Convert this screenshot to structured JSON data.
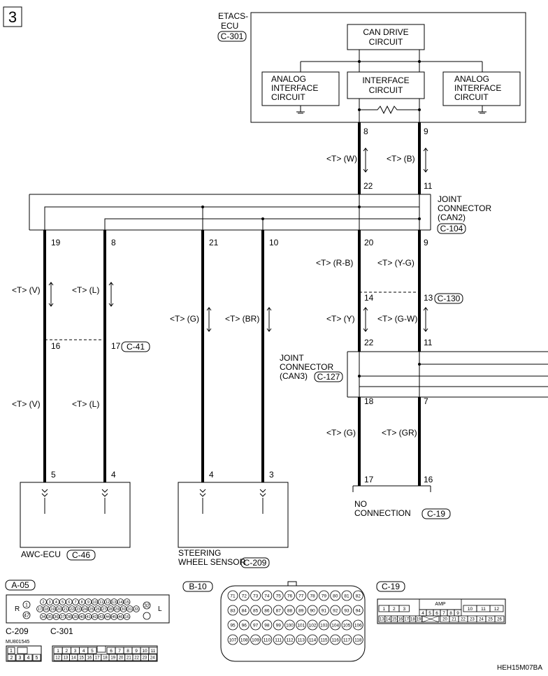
{
  "page_number": "3",
  "etacs": {
    "label1": "ETACS-",
    "label2": "ECU",
    "ref": "C-301"
  },
  "can_drive": {
    "line1": "CAN DRIVE",
    "line2": "CIRCUIT"
  },
  "analog_left": {
    "line1": "ANALOG",
    "line2": "INTERFACE",
    "line3": "CIRCUIT"
  },
  "interface": {
    "line1": "INTERFACE",
    "line2": "CIRCUIT"
  },
  "analog_right": {
    "line1": "ANALOG",
    "line2": "INTERFACE",
    "line3": "CIRCUIT"
  },
  "pins_etacs": {
    "left": "8",
    "right": "9"
  },
  "wires_top": {
    "left": "<T> (W)",
    "right": "<T> (B)"
  },
  "pins_can2_in": {
    "left": "22",
    "right": "11"
  },
  "can2": {
    "line1": "JOINT",
    "line2": "CONNECTOR",
    "line3": "(CAN2)",
    "ref": "C-104"
  },
  "pins_can2_out": [
    "19",
    "8",
    "21",
    "10",
    "20",
    "9"
  ],
  "wires_mid": {
    "w19": "<T> (V)",
    "w8": "<T> (L)",
    "w21": "<T> (G)",
    "w10": "<T> (BR)",
    "w20": "<T> (R-B)",
    "w9": "<T> (Y-G)"
  },
  "c130": {
    "pin_left": "14",
    "pin_right": "13",
    "ref": "C-130"
  },
  "wires_c130": {
    "left": "<T> (Y)",
    "right": "<T> (G-W)"
  },
  "pins_can3_in": {
    "left": "22",
    "right": "11"
  },
  "c41": {
    "pin_left": "16",
    "pin_right": "17",
    "ref": "C-41"
  },
  "wires_c41": {
    "left": "<T> (V)",
    "right": "<T> (L)"
  },
  "can3": {
    "line1": "JOINT",
    "line2": "CONNECTOR",
    "line3": "(CAN3)",
    "ref": "C-127"
  },
  "pins_can3_out": {
    "left": "18",
    "right": "7"
  },
  "wires_can3": {
    "left": "<T> (G)",
    "right": "<T> (GR)"
  },
  "awc": {
    "pin_left": "5",
    "pin_right": "4",
    "label": "AWC-ECU",
    "ref": "C-46"
  },
  "steering": {
    "pin_left": "4",
    "pin_right": "3",
    "line1": "STEERING",
    "line2": "WHEEL SENSOR",
    "ref": "C-209"
  },
  "noconn": {
    "pin_left": "17",
    "pin_right": "16",
    "line1": "NO",
    "line2": "CONNECTION",
    "ref": "C-19"
  },
  "conn_a05": {
    "ref": "A-05",
    "pins": [
      "2",
      "3",
      "4",
      "5",
      "6",
      "7",
      "8",
      "9",
      "10",
      "11",
      "12",
      "13",
      "14",
      "15",
      "1",
      "17",
      "18",
      "19",
      "20",
      "21",
      "22",
      "23",
      "24",
      "25",
      "26",
      "27",
      "28",
      "29",
      "30",
      "31",
      "33",
      "34",
      "35",
      "36",
      "37",
      "38",
      "39",
      "40",
      "41",
      "42",
      "43",
      "44",
      "45",
      "46",
      "16",
      "32",
      "47"
    ],
    "left_mark": "R",
    "right_mark": "L"
  },
  "conn_c209": {
    "ref": "C-209",
    "part_no": "MU801545",
    "pins": [
      "1",
      "2",
      "3",
      "4",
      "5"
    ]
  },
  "conn_c301": {
    "ref": "C-301",
    "pins": [
      "1",
      "2",
      "3",
      "4",
      "5",
      "6",
      "7",
      "8",
      "9",
      "10",
      "11",
      "12",
      "13",
      "14",
      "15",
      "16",
      "17",
      "18",
      "19",
      "20",
      "21",
      "22",
      "23",
      "24"
    ]
  },
  "conn_b10": {
    "ref": "B-10",
    "pins": [
      "71",
      "72",
      "73",
      "74",
      "75",
      "76",
      "77",
      "78",
      "79",
      "80",
      "81",
      "82",
      "83",
      "84",
      "85",
      "86",
      "87",
      "88",
      "89",
      "90",
      "91",
      "92",
      "93",
      "94",
      "95",
      "96",
      "97",
      "98",
      "99",
      "100",
      "101",
      "102",
      "103",
      "104",
      "105",
      "106",
      "107",
      "108",
      "109",
      "110",
      "111",
      "112",
      "113",
      "114",
      "115",
      "116",
      "117",
      "118"
    ]
  },
  "conn_c19": {
    "ref": "C-19",
    "amp": "AMP",
    "pins": [
      "1",
      "2",
      "3",
      "4",
      "5",
      "6",
      "7",
      "8",
      "9",
      "10",
      "11",
      "12",
      "13",
      "14",
      "15",
      "16",
      "17",
      "18",
      "19",
      "20",
      "21",
      "22",
      "23",
      "24",
      "25",
      "26"
    ]
  },
  "figure_code": "HEH15M07BA"
}
